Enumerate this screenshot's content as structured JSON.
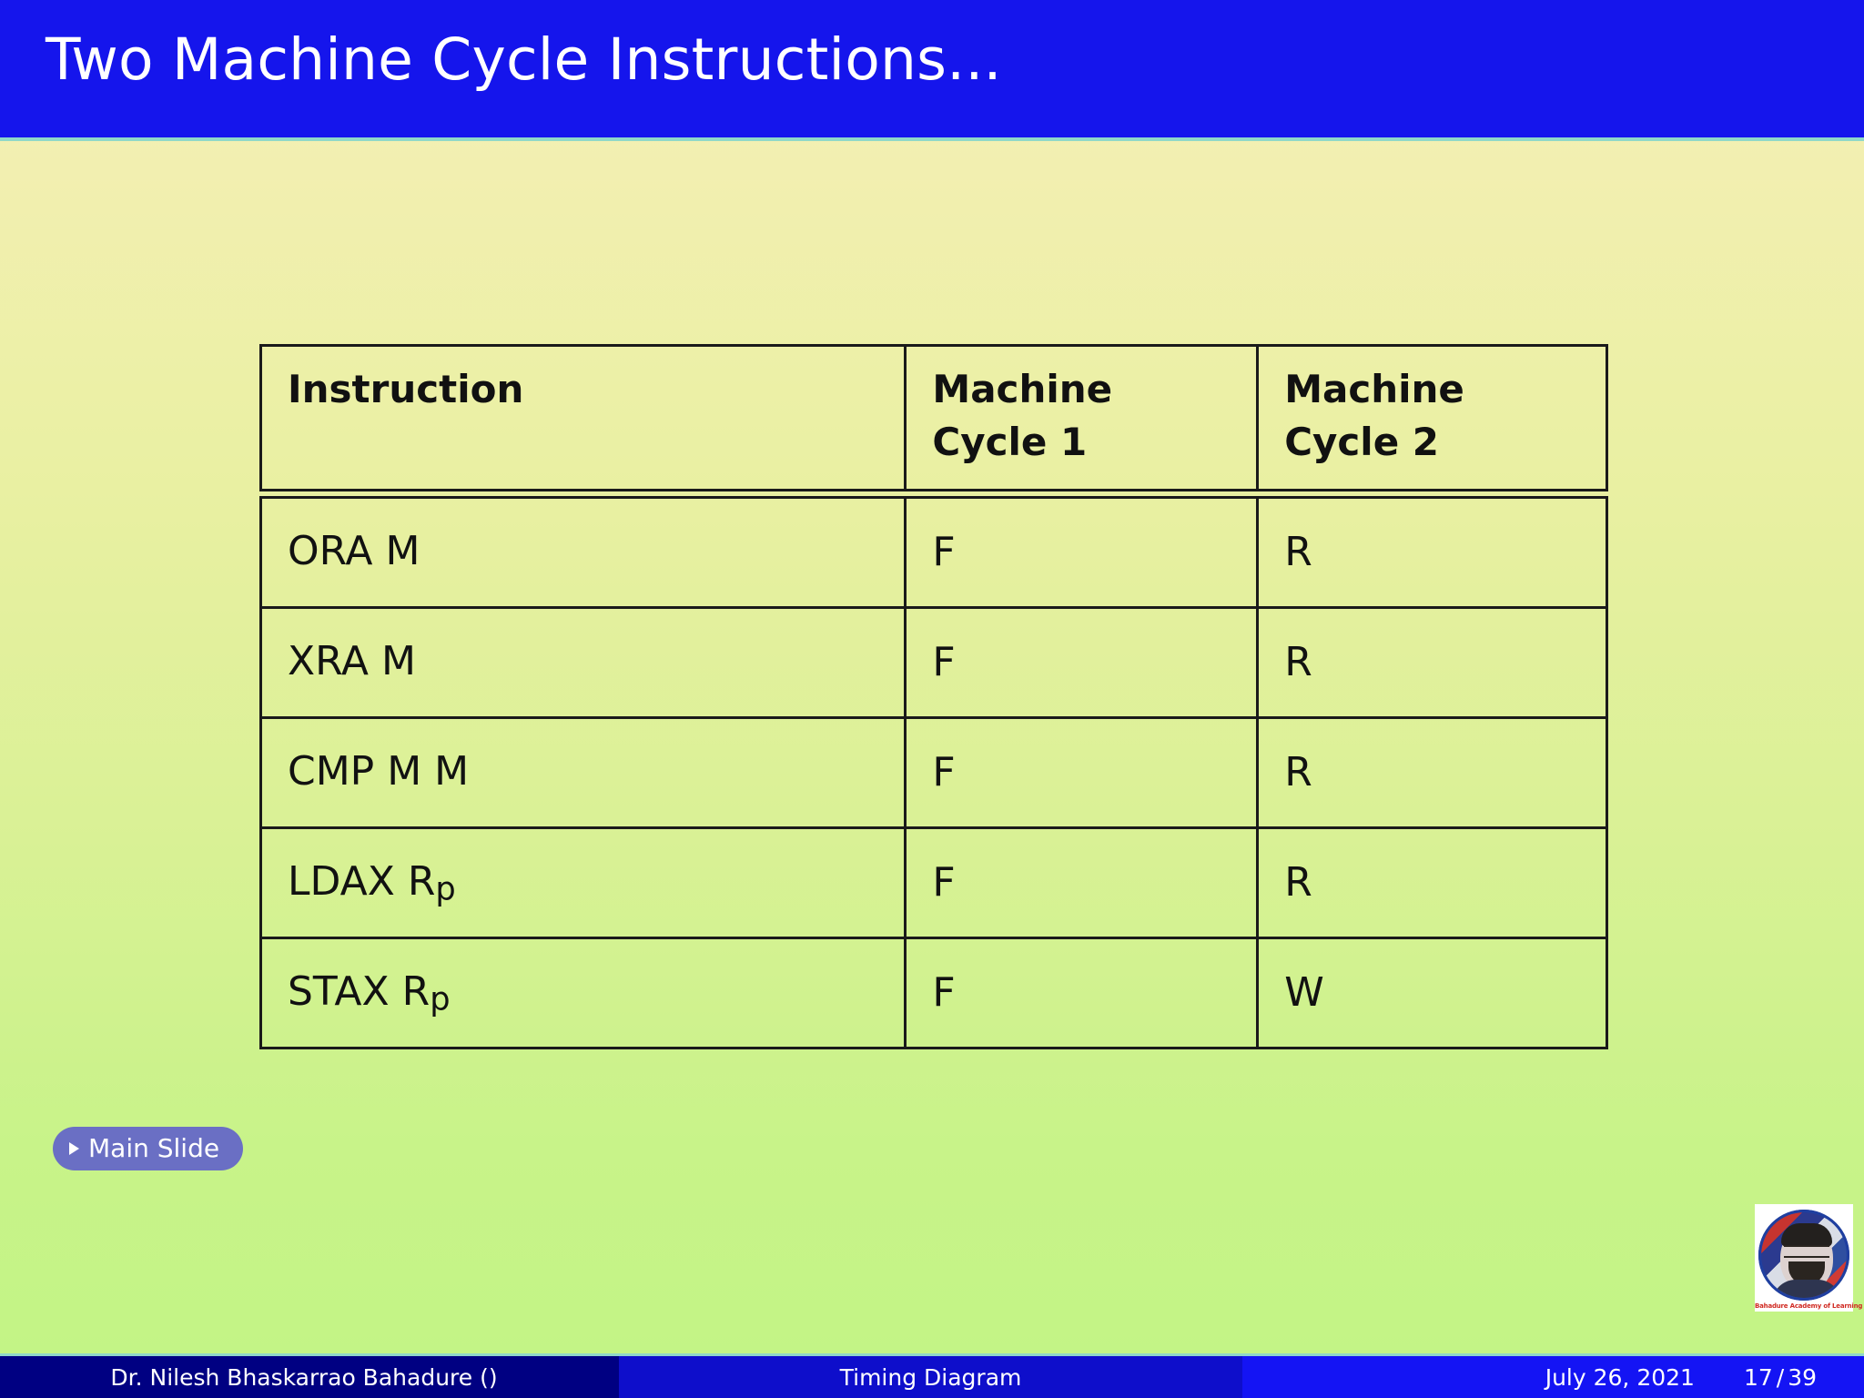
{
  "slide": {
    "title": "Two Machine Cycle Instructions...",
    "title_bar_color": "#1515ec",
    "background_top_color": "#f6f2bb",
    "background_bottom_color": "#c2f485"
  },
  "table": {
    "headers": [
      "Instruction",
      "Machine Cycle 1",
      "Machine Cycle 2"
    ],
    "header_lines": {
      "col1": "Instruction",
      "col2_line1": "Machine",
      "col2_line2": "Cycle 1",
      "col3_line1": "Machine",
      "col3_line2": "Cycle 2"
    },
    "rows": [
      {
        "instruction": "ORA M",
        "instruction_base": "ORA M",
        "instruction_sub": "",
        "cycle1": "F",
        "cycle2": "R"
      },
      {
        "instruction": "XRA M",
        "instruction_base": "XRA M",
        "instruction_sub": "",
        "cycle1": "F",
        "cycle2": "R"
      },
      {
        "instruction": "CMP M M",
        "instruction_base": "CMP M M",
        "instruction_sub": "",
        "cycle1": "F",
        "cycle2": "R"
      },
      {
        "instruction": "LDAX Rp",
        "instruction_base": "LDAX R",
        "instruction_sub": "p",
        "cycle1": "F",
        "cycle2": "R"
      },
      {
        "instruction": "STAX Rp",
        "instruction_base": "STAX R",
        "instruction_sub": "p",
        "cycle1": "F",
        "cycle2": "W"
      }
    ]
  },
  "main_slide_button": {
    "label": "Main Slide",
    "bullet": "triangle-right",
    "color": "#6a6fc4"
  },
  "logo": {
    "caption": "Bahadure Academy of Learning"
  },
  "footer": {
    "author": "Dr. Nilesh Bhaskarrao Bahadure  ()",
    "section": "Timing Diagram",
    "date": "July 26, 2021",
    "page_current": "17",
    "page_separator": "/",
    "page_total": "39",
    "author_bg": "#000082",
    "section_bg": "#0e0ecb",
    "right_bg": "#1414f4"
  }
}
